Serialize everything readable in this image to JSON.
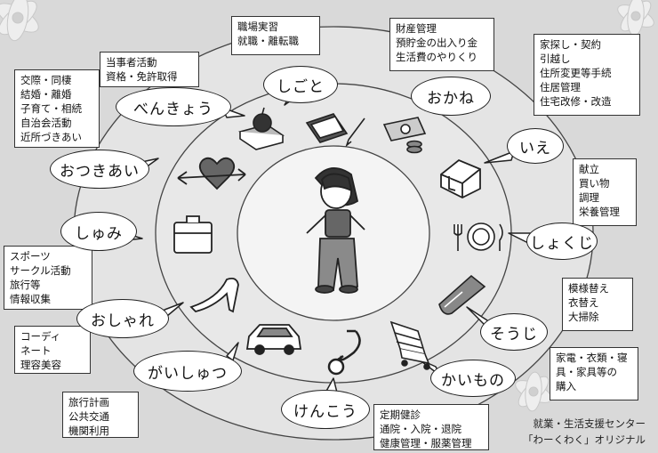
{
  "categories": [
    {
      "key": "shigoto",
      "label": "しごと",
      "details": [
        "職場実習",
        "就職・離転職"
      ]
    },
    {
      "key": "okane",
      "label": "おかね",
      "details": [
        "財産管理",
        "預貯金の出入り金",
        "生活費のやりくり"
      ]
    },
    {
      "key": "ie",
      "label": "いえ",
      "details": [
        "家探し・契約",
        "引越し",
        "住所変更等手続",
        "住居管理",
        "住宅改修・改造"
      ]
    },
    {
      "key": "shokuji",
      "label": "しょくじ",
      "details": [
        "献立",
        "買い物",
        "調理",
        "栄養管理"
      ]
    },
    {
      "key": "souji",
      "label": "そうじ",
      "details": [
        "模様替え",
        "衣替え",
        "大掃除"
      ]
    },
    {
      "key": "kaimono",
      "label": "かいもの",
      "details": [
        "家電・衣類・寝",
        "具・家具等の",
        "購入"
      ]
    },
    {
      "key": "kenkou",
      "label": "けんこう",
      "details": [
        "定期健診",
        "通院・入院・退院",
        "健康管理・服薬管理"
      ]
    },
    {
      "key": "gaishutsu",
      "label": "がいしゅつ",
      "details": [
        "旅行計画",
        "公共交通",
        "機関利用"
      ]
    },
    {
      "key": "oshare",
      "label": "おしゃれ",
      "details": [
        "コーディ",
        "ネート",
        "理容美容"
      ]
    },
    {
      "key": "shumi",
      "label": "しゅみ",
      "details": [
        "スポーツ",
        "サークル活動",
        "旅行等",
        "情報収集"
      ]
    },
    {
      "key": "otsukiai",
      "label": "おつきあい",
      "details": [
        "交際・同棲",
        "結婚・離婚",
        "子育て・相続",
        "自治会活動",
        "近所づきあい"
      ]
    },
    {
      "key": "benkyou",
      "label": "べんきょう",
      "details": [
        "当事者活動",
        "資格・免許取得"
      ]
    }
  ],
  "credit": {
    "line1": "就業・生活支援センター",
    "line2": "「わーくわく」オリジナル"
  },
  "colors": {
    "background": "#d9d9d9",
    "ring_stroke": "#333333",
    "bubble_fill": "#ffffff"
  },
  "icons": [
    "person-icon",
    "briefcase-desk-icon",
    "money-icon",
    "house-icon",
    "plate-cutlery-icon",
    "vacuum-icon",
    "cart-icon",
    "stethoscope-icon",
    "car-icon",
    "high-heel-icon",
    "suitcase-icon",
    "heart-arrow-icon",
    "book-apple-icon"
  ]
}
